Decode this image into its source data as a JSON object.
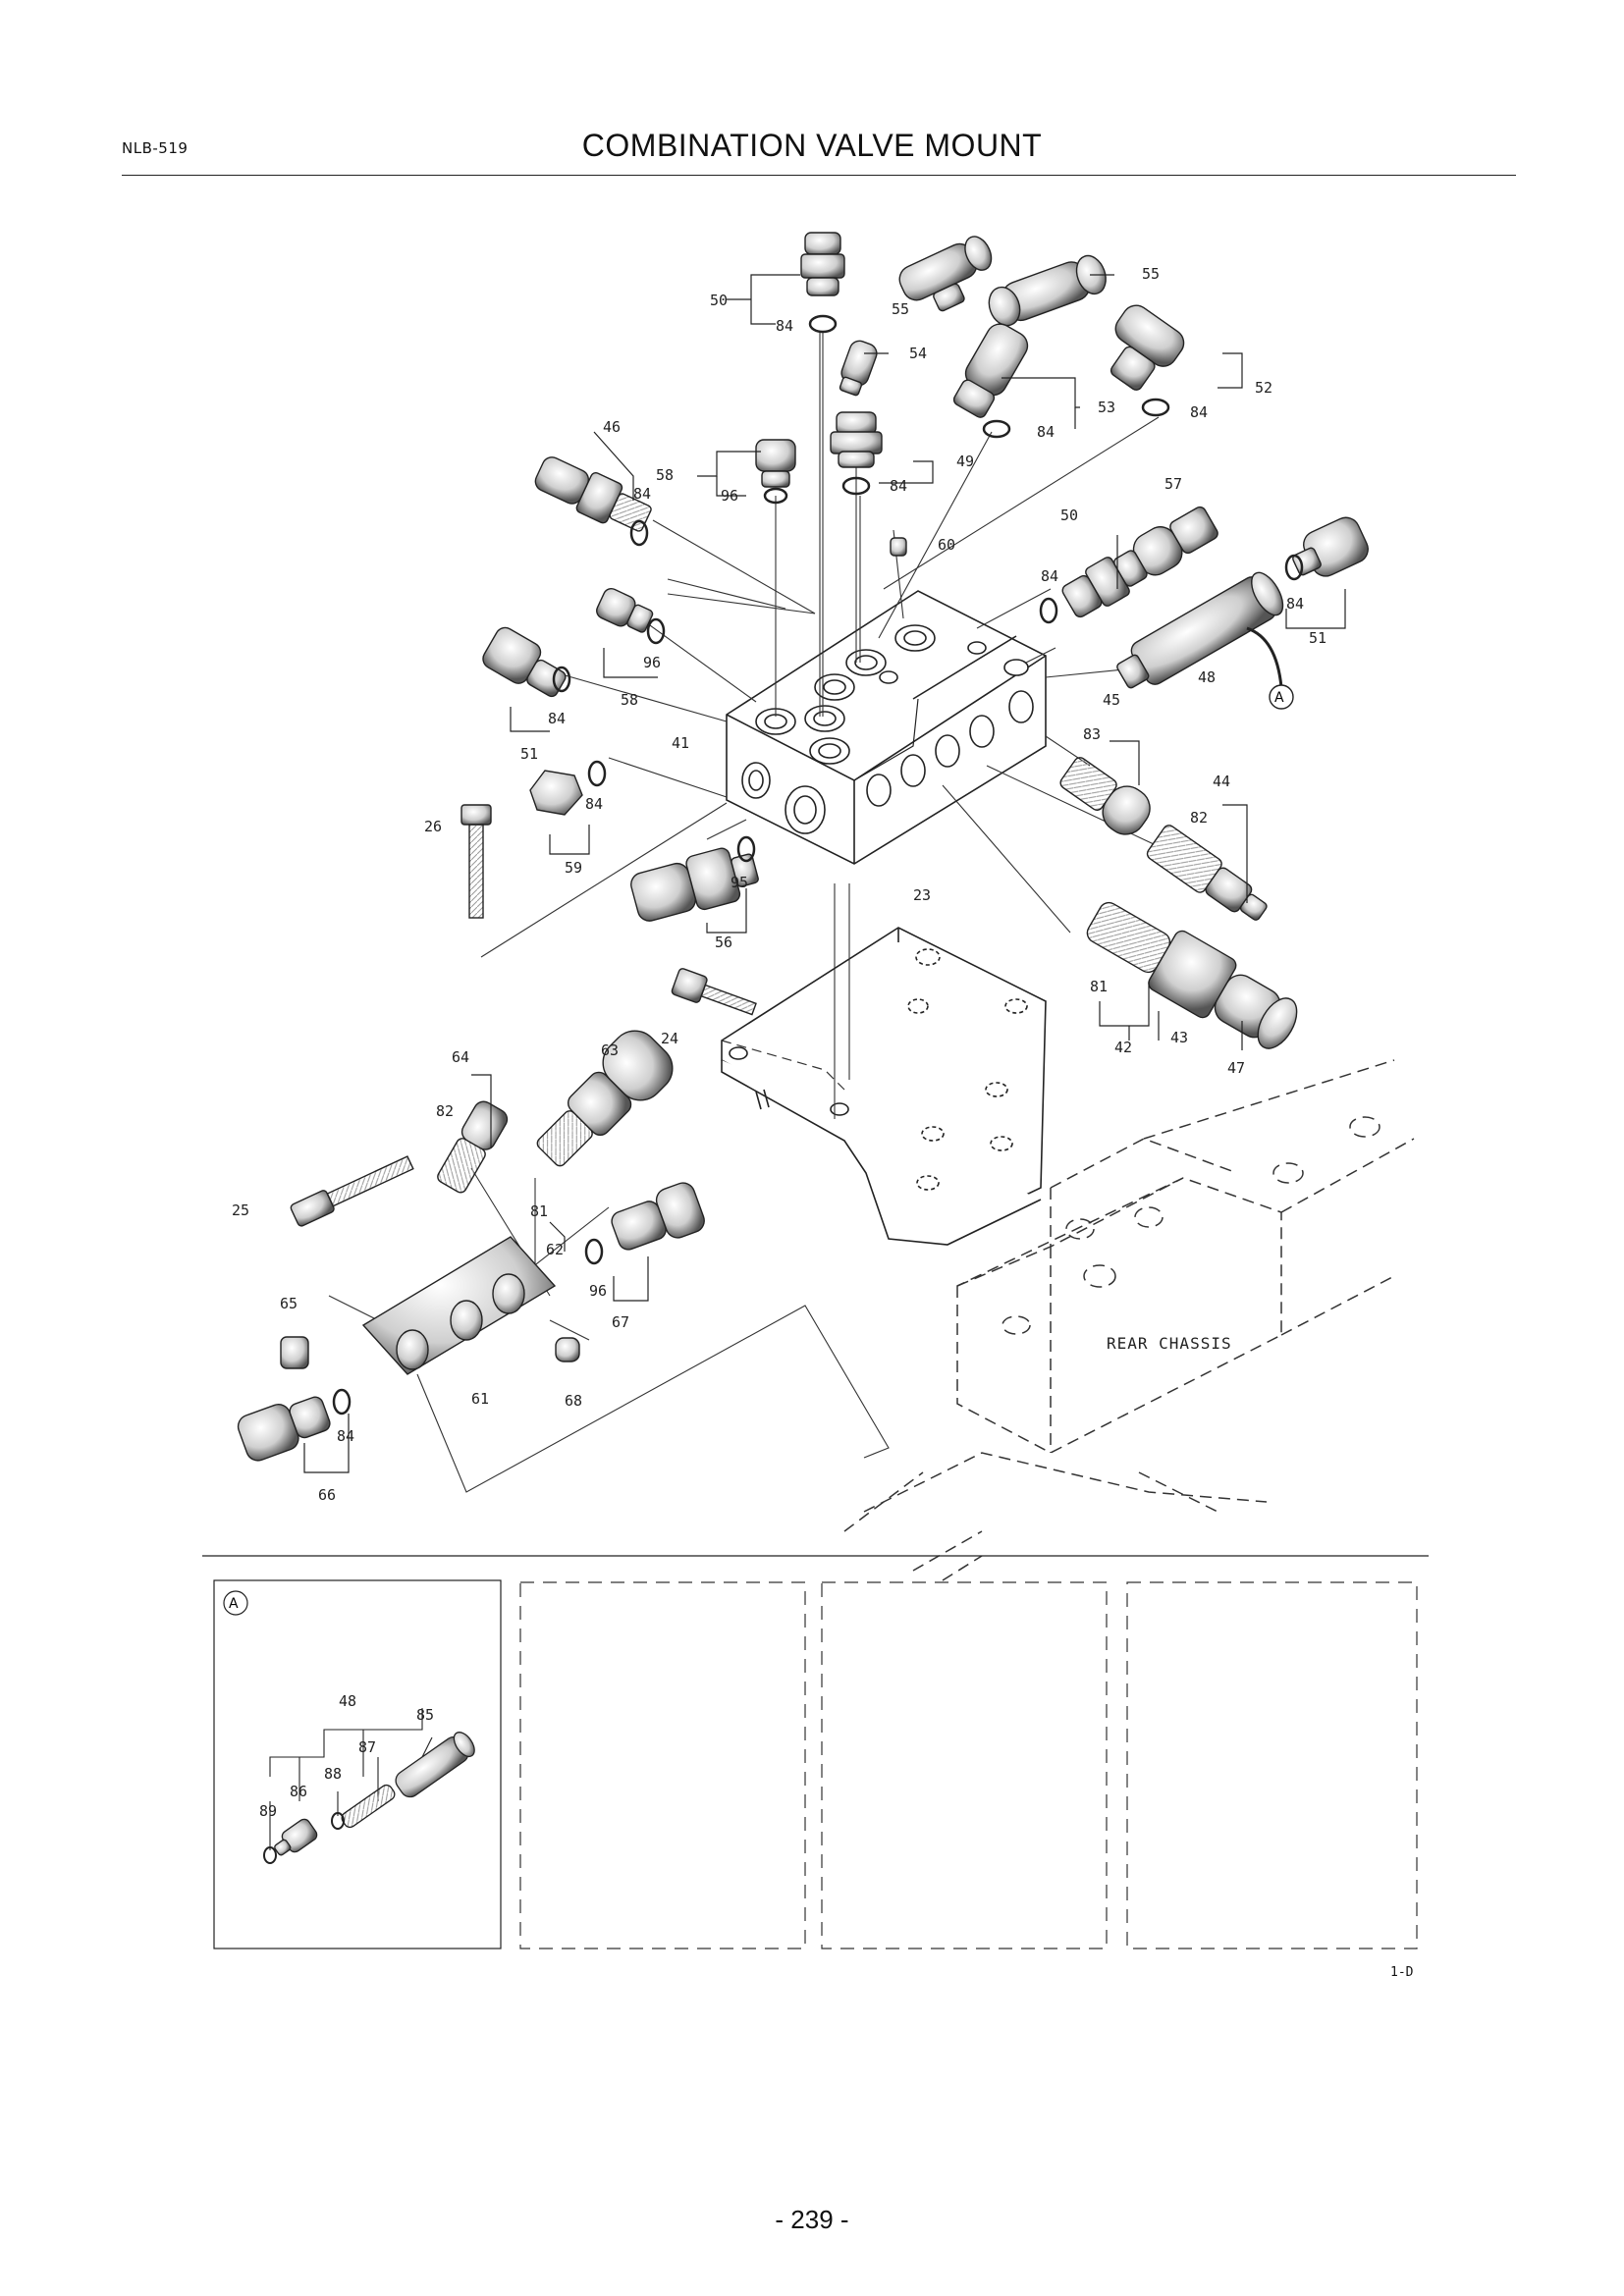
{
  "header": {
    "doc_code": "NLB-519",
    "title": "COMBINATION VALVE MOUNT"
  },
  "diagram": {
    "frame_label": "REAR CHASSIS",
    "detail_marker": "A",
    "callouts": {
      "c50a": "50",
      "c84a": "84",
      "c55a": "55",
      "c55b": "55",
      "c54": "54",
      "c52": "52",
      "c53": "53",
      "c84b": "84",
      "c84c": "84",
      "c46": "46",
      "c84d": "84",
      "c58a": "58",
      "c96a": "96",
      "c84e": "84",
      "c49": "49",
      "c57": "57",
      "c50b": "50",
      "c84f": "84",
      "c60": "60",
      "c84g": "84",
      "c51a": "51",
      "c96b": "96",
      "c58b": "58",
      "c48": "48",
      "c84h": "84",
      "c51b": "51",
      "c45": "45",
      "c83": "83",
      "c41": "41",
      "c44": "44",
      "c82a": "82",
      "c26": "26",
      "c84i": "84",
      "c59": "59",
      "c95": "95",
      "c56": "56",
      "c23": "23",
      "c81a": "81",
      "c42": "42",
      "c43": "43",
      "c47": "47",
      "c24": "24",
      "c64": "64",
      "c63": "63",
      "c82b": "82",
      "c25": "25",
      "c81b": "81",
      "c62": "62",
      "c65": "65",
      "c96c": "96",
      "c67": "67",
      "c61": "61",
      "c68": "68",
      "c84j": "84",
      "c66": "66"
    },
    "detail_callouts": {
      "d48": "48",
      "d85": "85",
      "d87": "87",
      "d88": "88",
      "d86": "86",
      "d89": "89"
    }
  },
  "footer": {
    "ref_code": "1-D",
    "page_number": "- 239 -"
  }
}
